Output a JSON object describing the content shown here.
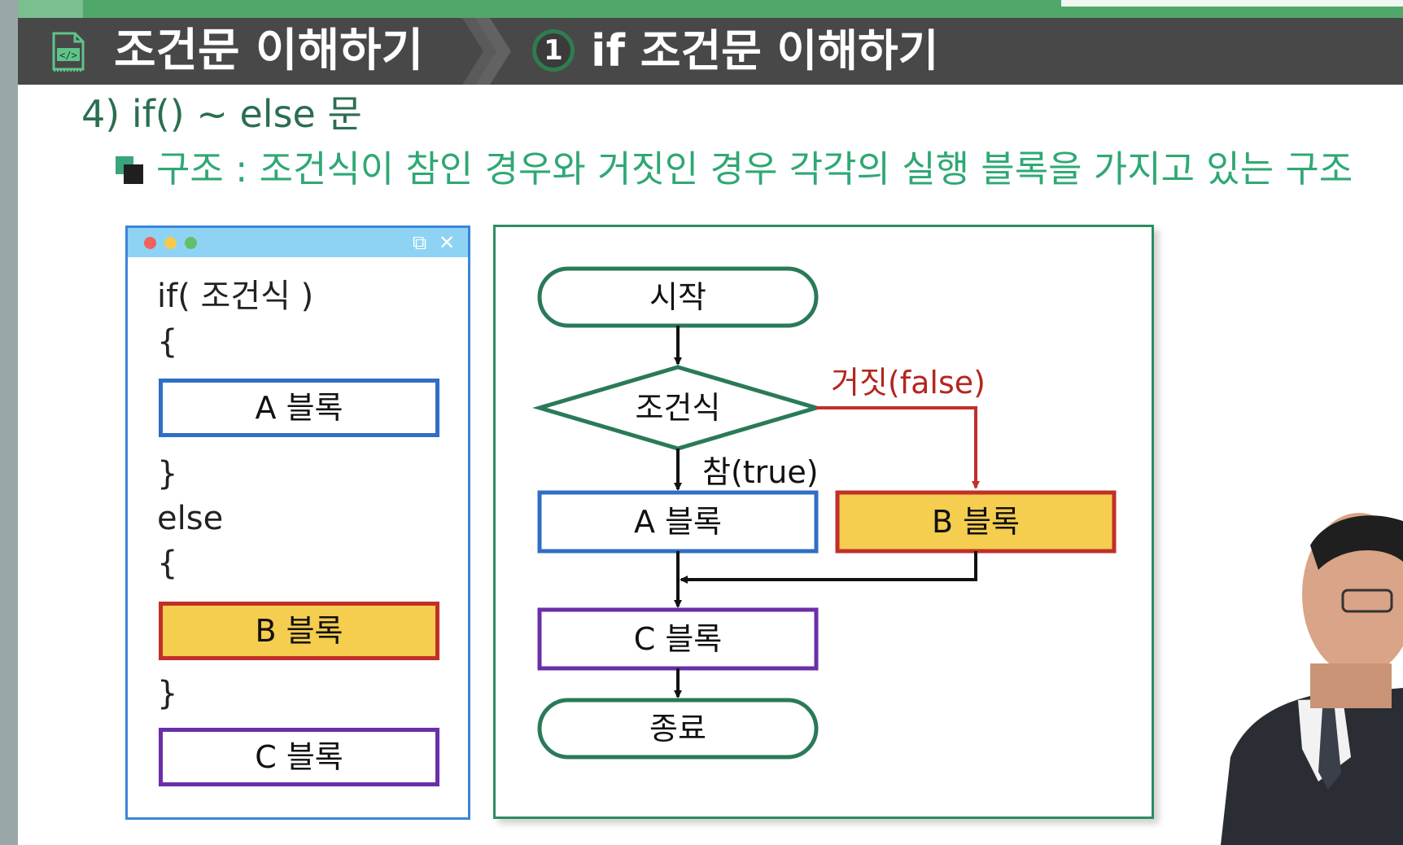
{
  "header": {
    "title": "조건문 이해하기",
    "step_number": "1",
    "subtitle": "if 조건문 이해하기"
  },
  "section": {
    "title": "4) if() ~ else 문",
    "bullet": "구조 : 조건식이 참인 경우와 거짓인 경우 각각의 실행 블록을 가지고 있는 구조"
  },
  "code_window": {
    "lines": {
      "if_line": "if( 조건식 )",
      "open1": "{",
      "close1": "}",
      "else_line": "else",
      "open2": "{",
      "close2": "}"
    },
    "blocks": {
      "a": "A 블록",
      "b": "B 블록",
      "c": "C 블록"
    }
  },
  "flowchart": {
    "start": "시작",
    "condition": "조건식",
    "false_label": "거짓(false)",
    "true_label": "참(true)",
    "block_a": "A 블록",
    "block_b": "B 블록",
    "block_c": "C 블록",
    "end": "종료"
  },
  "colors": {
    "header_bg": "#484848",
    "accent_green": "#4fa86a",
    "block_a_border": "#2f6fc4",
    "block_b_border": "#c0302a",
    "block_b_fill": "#f5cd4f",
    "block_c_border": "#6a2fa8",
    "false_label": "#b3261e",
    "terminal_border": "#2a7a58"
  }
}
